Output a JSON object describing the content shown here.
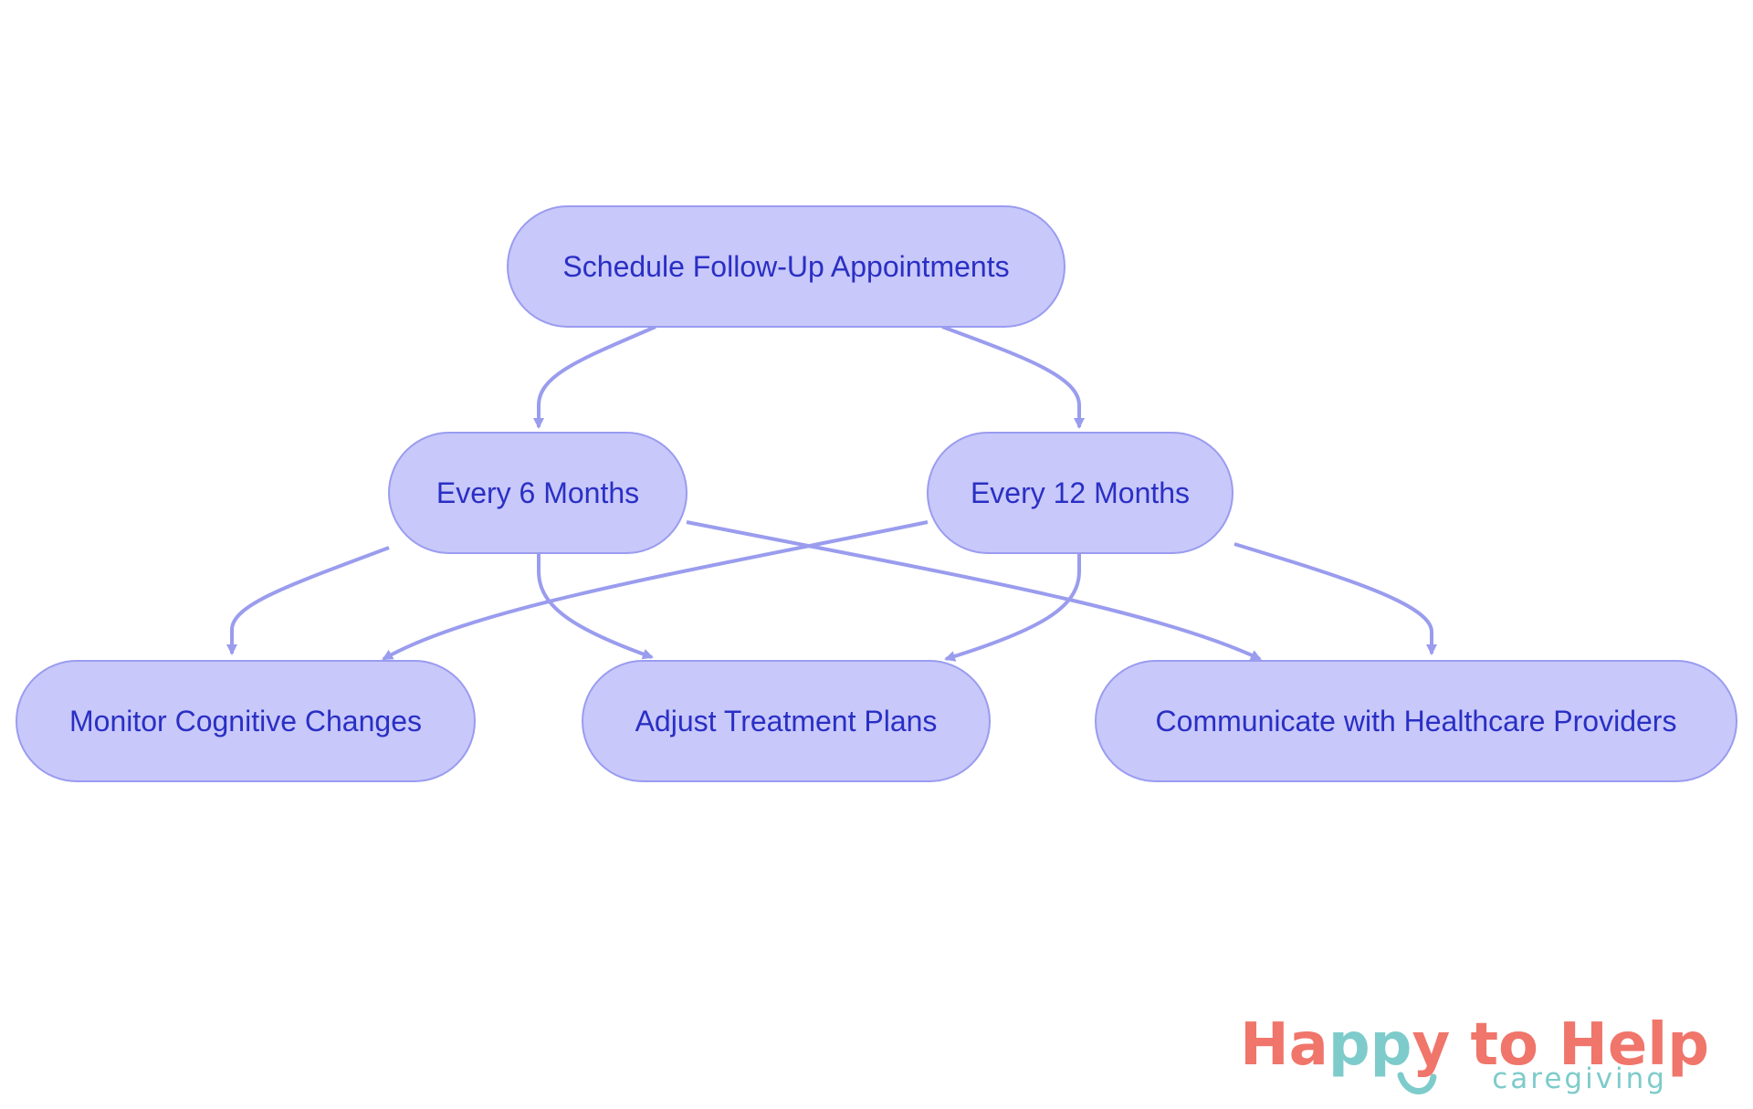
{
  "diagram": {
    "nodes": [
      {
        "id": "root",
        "label": "Schedule Follow-Up Appointments"
      },
      {
        "id": "six",
        "label": "Every 6 Months"
      },
      {
        "id": "twelve",
        "label": "Every 12 Months"
      },
      {
        "id": "monitor",
        "label": "Monitor Cognitive Changes"
      },
      {
        "id": "adjust",
        "label": "Adjust Treatment Plans"
      },
      {
        "id": "communicate",
        "label": "Communicate with Healthcare Providers"
      }
    ],
    "edges": [
      {
        "from": "root",
        "to": "six"
      },
      {
        "from": "root",
        "to": "twelve"
      },
      {
        "from": "six",
        "to": "monitor"
      },
      {
        "from": "six",
        "to": "adjust"
      },
      {
        "from": "six",
        "to": "communicate"
      },
      {
        "from": "twelve",
        "to": "monitor"
      },
      {
        "from": "twelve",
        "to": "adjust"
      },
      {
        "from": "twelve",
        "to": "communicate"
      }
    ],
    "colors": {
      "node_fill": "#c8c8fa",
      "node_stroke": "#9a9cf0",
      "edge": "#9a9cee",
      "text": "#2a2fc4"
    }
  },
  "logo": {
    "brand_parts": [
      "Ha",
      "pp",
      "y to Help"
    ],
    "tagline": "caregiving",
    "colors": {
      "primary": "#f0756a",
      "accent": "#7ecbcb"
    }
  }
}
